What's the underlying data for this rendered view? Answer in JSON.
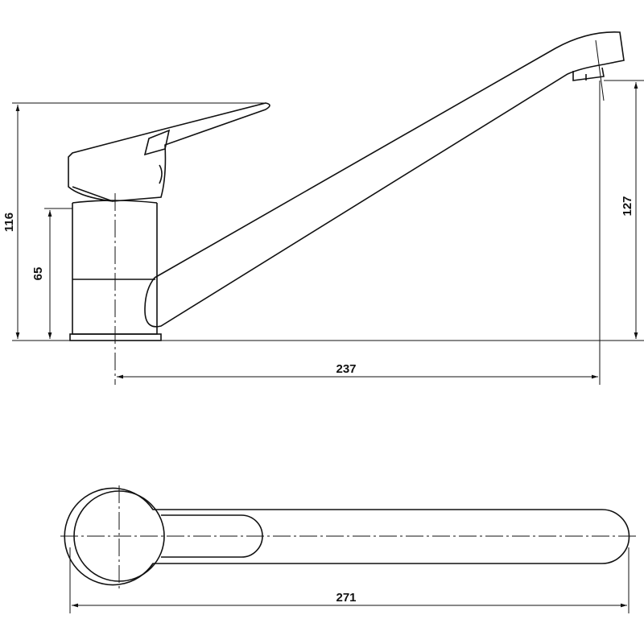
{
  "drawing": {
    "side_view": {
      "dimensions": {
        "total_height": "116",
        "body_height": "65",
        "spout_reach": "237",
        "spout_outlet_height": "127"
      }
    },
    "top_view": {
      "dimensions": {
        "total_length": "271"
      }
    },
    "colors": {
      "line": "#111111",
      "background": "#ffffff"
    }
  }
}
